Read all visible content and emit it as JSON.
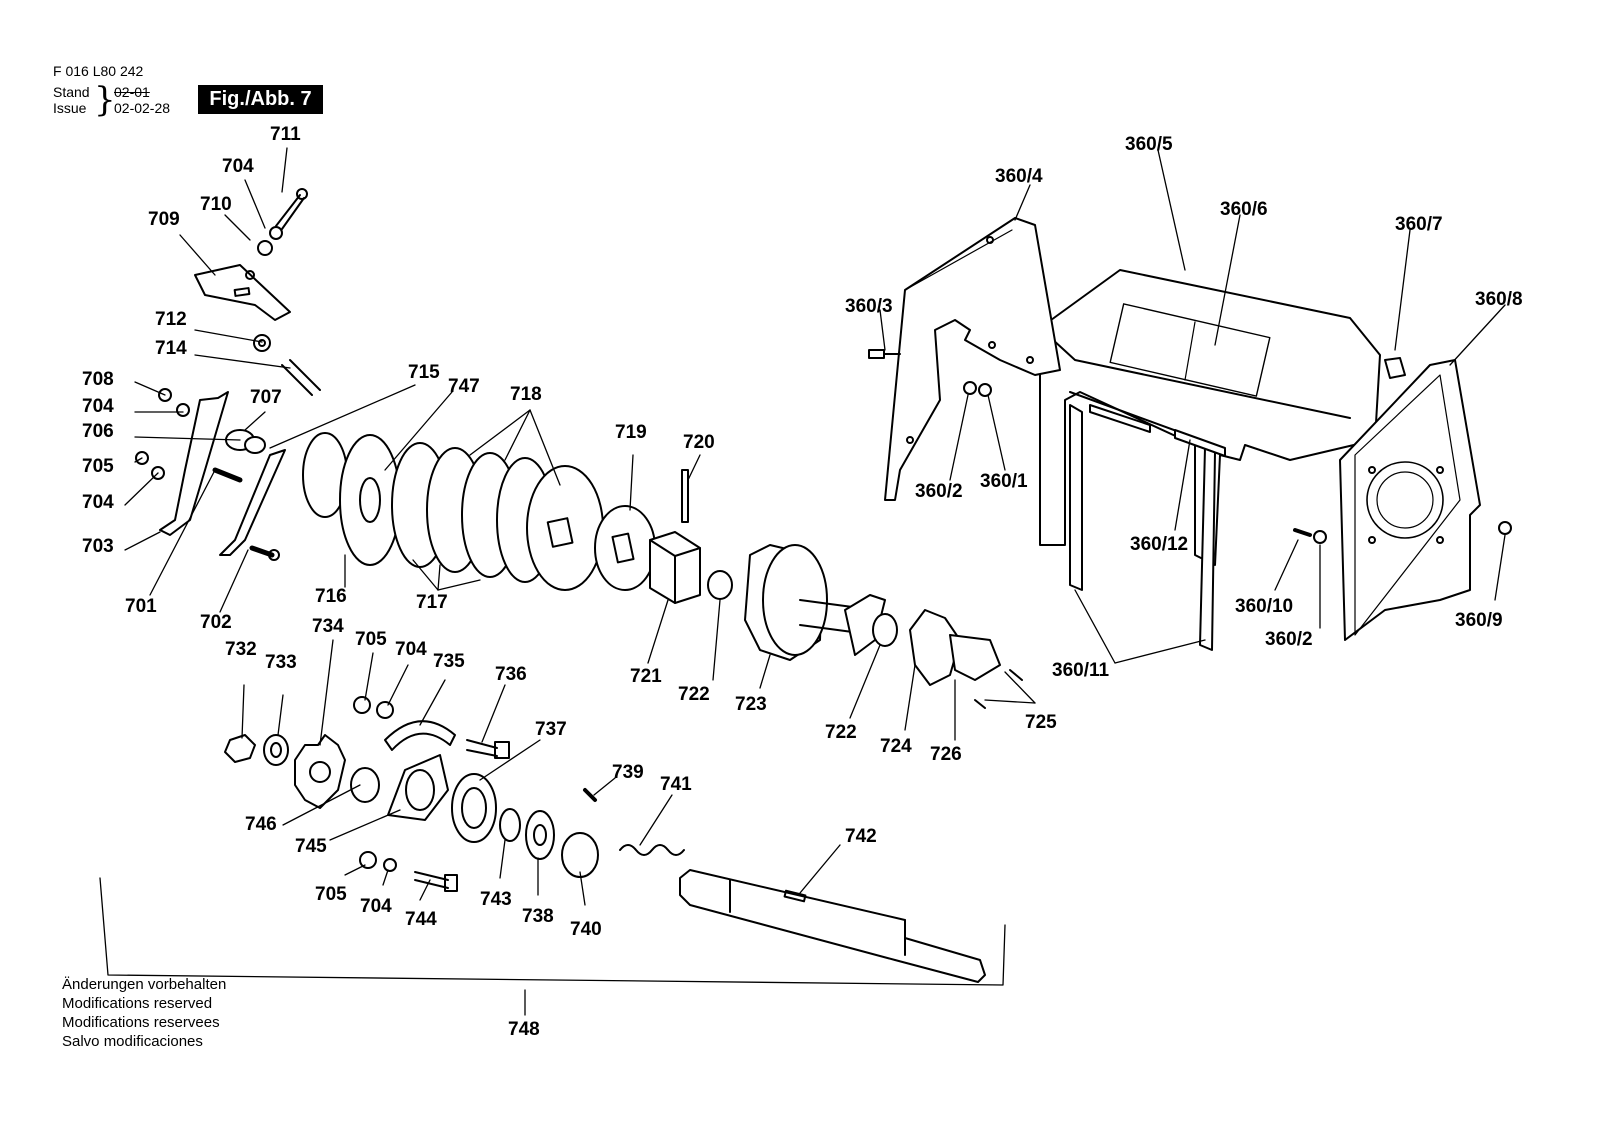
{
  "header": {
    "doc_number": "F 016 L80 242",
    "stand_label": "Stand",
    "issue_label": "Issue",
    "old_date": "02-01",
    "issue_date": "02-02-28",
    "figure_label": "Fig./Abb. 7"
  },
  "notes": [
    "Änderungen vorbehalten",
    "Modifications reserved",
    "Modifications reservees",
    "Salvo modificaciones"
  ],
  "parts": {
    "p711": "711",
    "p704a": "704",
    "p710": "710",
    "p709": "709",
    "p712": "712",
    "p714": "714",
    "p708": "708",
    "p704b": "704",
    "p707": "707",
    "p706": "706",
    "p705a": "705",
    "p704c": "704",
    "p703": "703",
    "p701": "701",
    "p702": "702",
    "p715": "715",
    "p747": "747",
    "p718": "718",
    "p716": "716",
    "p717": "717",
    "p719": "719",
    "p720": "720",
    "p721": "721",
    "p722a": "722",
    "p723": "723",
    "p722b": "722",
    "p724": "724",
    "p726": "726",
    "p725": "725",
    "p732": "732",
    "p733": "733",
    "p734": "734",
    "p705b": "705",
    "p704d": "704",
    "p735": "735",
    "p736": "736",
    "p737": "737",
    "p739": "739",
    "p741": "741",
    "p742": "742",
    "p746": "746",
    "p745": "745",
    "p743": "743",
    "p738": "738",
    "p740": "740",
    "p705c": "705",
    "p704e": "704",
    "p744": "744",
    "p748": "748",
    "h3605": "360/5",
    "h3604": "360/4",
    "h3606": "360/6",
    "h3607": "360/7",
    "h3608": "360/8",
    "h3603": "360/3",
    "h3602a": "360/2",
    "h3601": "360/1",
    "h36012": "360/12",
    "h36010": "360/10",
    "h3602b": "360/2",
    "h3609": "360/9",
    "h36011": "360/11"
  }
}
